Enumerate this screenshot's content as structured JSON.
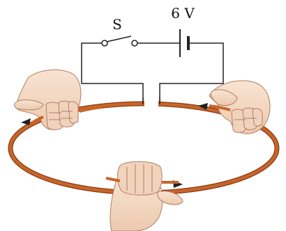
{
  "labels": {
    "switch": "S",
    "battery": "6 V"
  },
  "colors": {
    "ring": "#C8652A",
    "ring_edge": "#8A3C12",
    "wire": "#222222",
    "skin": "#F5DCC6",
    "skin_shade": "#E2B99A",
    "skin_line": "#B07E63"
  },
  "icons": {
    "hands": [
      "left-hand-icon",
      "right-hand-icon",
      "bottom-hand-icon"
    ],
    "arrows": [
      "current-arrow-left",
      "current-arrow-right",
      "current-arrow-bottom"
    ]
  }
}
